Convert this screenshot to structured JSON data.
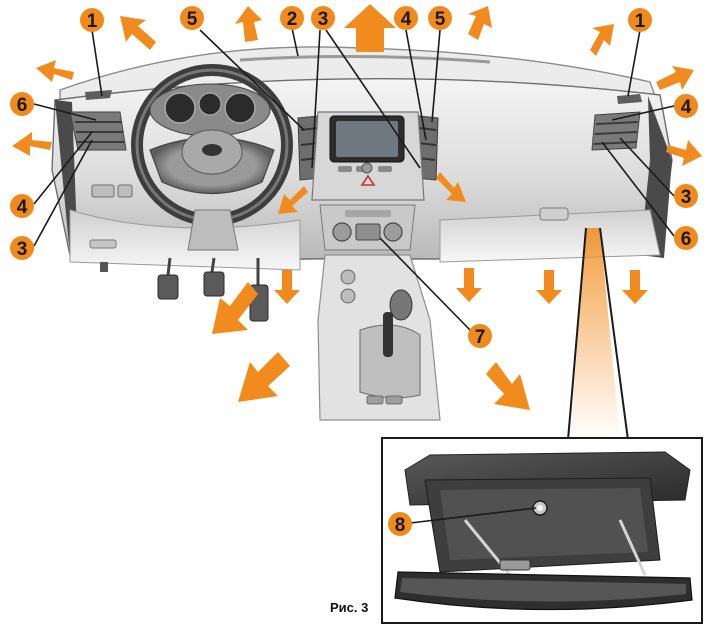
{
  "figure": {
    "caption": "Рис. 3",
    "colors": {
      "accent": "#f08a1c",
      "arrow": "#f28b1e",
      "panel_light": "#e8e8e8",
      "panel_dark": "#3a3a3a"
    },
    "callouts": [
      {
        "label": "1"
      },
      {
        "label": "2"
      },
      {
        "label": "3"
      },
      {
        "label": "4"
      },
      {
        "label": "5"
      },
      {
        "label": "1"
      },
      {
        "label": "6"
      },
      {
        "label": "4"
      },
      {
        "label": "3"
      },
      {
        "label": "4"
      },
      {
        "label": "3"
      },
      {
        "label": "6"
      },
      {
        "label": "7"
      },
      {
        "label": "8"
      },
      {
        "label": "5"
      }
    ]
  }
}
